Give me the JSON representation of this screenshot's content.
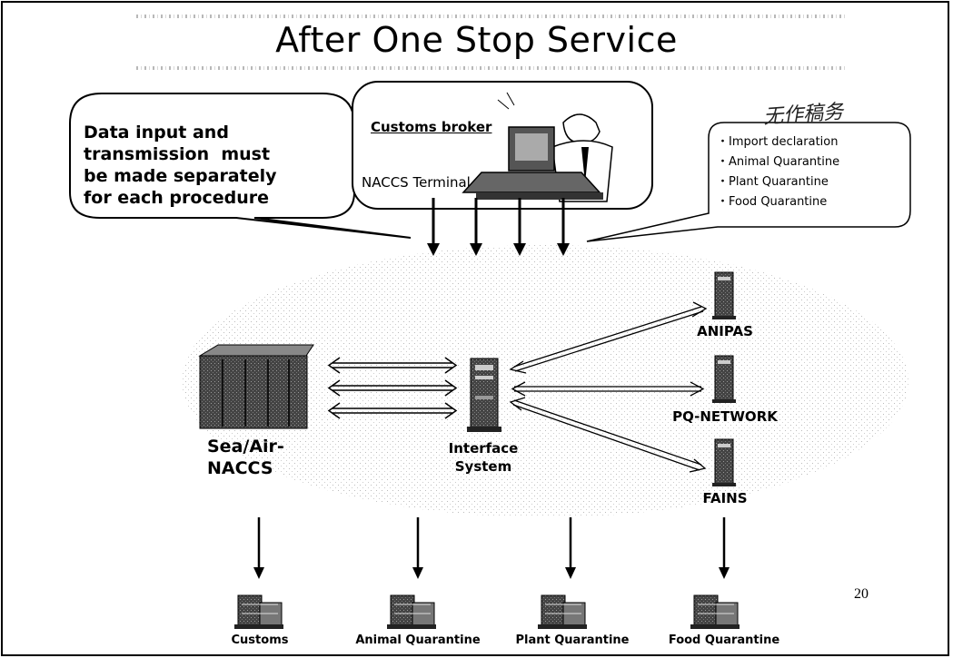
{
  "title": "After One Stop Service",
  "left_callout": {
    "line1": "Data input and",
    "line2": "transmission  must",
    "line3": "be made separately",
    "line4": "for each procedure"
  },
  "broker_box": {
    "label": "Customs broker",
    "terminal": "NACCS Terminal"
  },
  "handwritten_note": "无作稿务",
  "procedures": [
    "Import declaration",
    "Animal Quarantine",
    "Plant Quarantine",
    "Food Quarantine"
  ],
  "systems": {
    "naccs_line1": "Sea/Air-",
    "naccs_line2": "NACCS",
    "interface_line1": "Interface",
    "interface_line2": "System",
    "anipas": "ANIPAS",
    "pq_network": "PQ-NETWORK",
    "fains": "FAINS"
  },
  "offices": [
    "Customs",
    "Animal Quarantine",
    "Plant Quarantine",
    "Food Quarantine"
  ],
  "page_number": "20",
  "colors": {
    "stroke": "#000000",
    "dither": "#d4d4d4",
    "background": "#ffffff"
  }
}
